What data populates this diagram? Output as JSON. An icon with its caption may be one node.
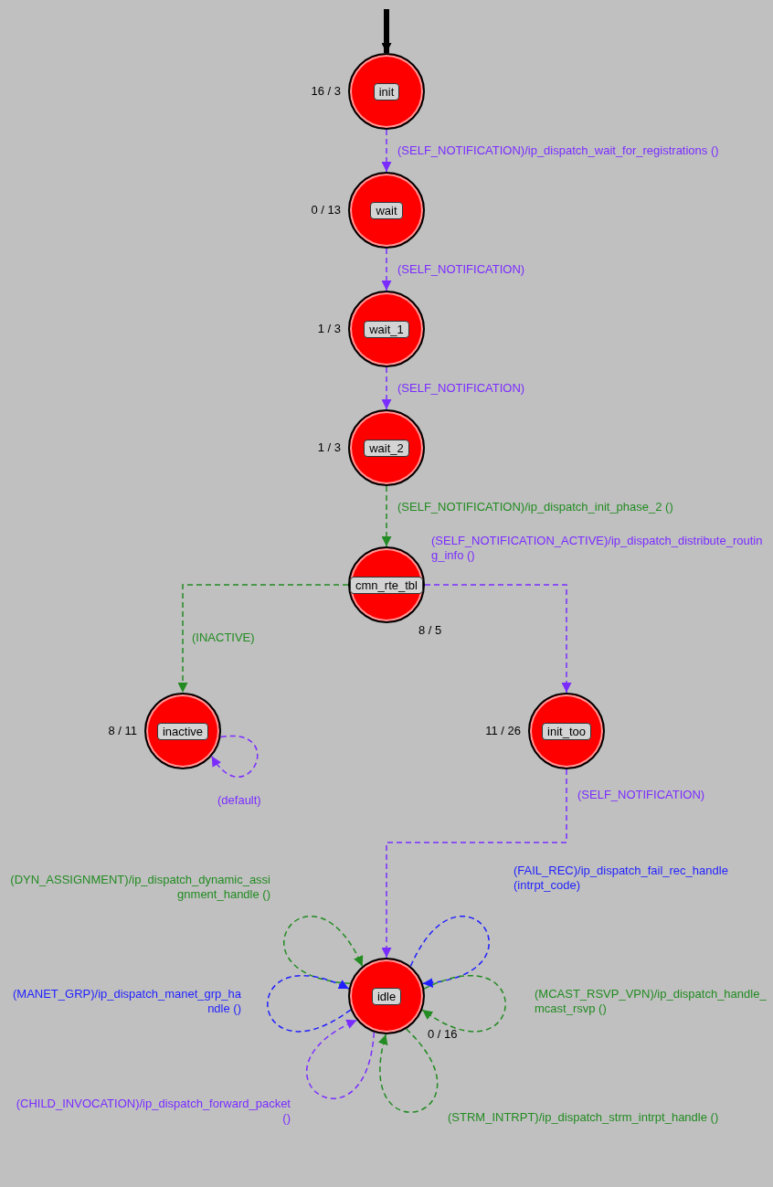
{
  "diagram": {
    "nodes": [
      {
        "text": [
          "init"
        ],
        "beside": [
          "16 / 3"
        ]
      },
      {
        "text": [
          "wait"
        ],
        "beside": [
          "0 / 13"
        ]
      },
      {
        "text": [
          "wait_1"
        ],
        "beside": [
          "1 / 3"
        ]
      },
      {
        "text": [
          "wait_2"
        ],
        "beside": [
          "1 / 3"
        ]
      },
      {
        "text": [
          "cmn_rte_tbl"
        ],
        "beside": [
          "8 / 5"
        ]
      },
      {
        "text": [
          "init_too"
        ],
        "beside": [
          "11 / 26"
        ]
      },
      {
        "text": [
          "idle"
        ],
        "beside": [
          "0 / 16"
        ]
      },
      {
        "text": [
          "inactive"
        ],
        "beside": [
          "8 / 11"
        ]
      }
    ],
    "edges": [
      {
        "from": null,
        "to": 0,
        "arrow": "to",
        "style": "thick",
        "color": "#000000"
      },
      {
        "from": 0,
        "to": 1,
        "arrow": "to",
        "style": "dashed",
        "label": "(SELF_NOTIFICATION)/ip_dispatch_wait_for_registrations ()"
      },
      {
        "from": 1,
        "to": 2,
        "arrow": "to",
        "style": "dashed",
        "label": "(SELF_NOTIFICATION)"
      },
      {
        "from": 2,
        "to": 3,
        "arrow": "to",
        "style": "dashed",
        "label": "(SELF_NOTIFICATION)"
      },
      {
        "from": 3,
        "to": 4,
        "arrow": "to",
        "style": "dashed",
        "color": "#228b22",
        "label": "(SELF_NOTIFICATION)/ip_dispatch_init_phase_2 ()"
      },
      {
        "from": 4,
        "to": 5,
        "arrow": "to",
        "style": "dashed",
        "label": "(SELF_NOTIFICATION_ACTIVE)/ip_dispatch_distribute_routing_info ()"
      },
      {
        "from": 4,
        "to": 7,
        "arrow": "to",
        "style": "dashed",
        "color": "#228b22",
        "label": "(INACTIVE)"
      },
      {
        "from": 5,
        "to": 6,
        "arrow": "to",
        "style": "dashed",
        "label": "(SELF_NOTIFICATION)"
      },
      {
        "from": 7,
        "to": 7,
        "arrow": "to",
        "style": "dashed",
        "label": "(default)"
      },
      {
        "from": 6,
        "to": 6,
        "arrow": "to",
        "style": "dashed",
        "color": "#228b22",
        "label": "(DYN_ASSIGNMENT)/ip_dispatch_dynamic_assignment_handle ()"
      },
      {
        "from": 6,
        "to": 6,
        "arrow": "to",
        "style": "dashed",
        "color": "#1f1fff",
        "label": "(FAIL_REC)/ip_dispatch_fail_rec_handle (intrpt_code)"
      },
      {
        "from": 6,
        "to": 6,
        "arrow": "to",
        "style": "dashed",
        "color": "#228b22",
        "label": "(MCAST_RSVP_VPN)/ip_dispatch_handle_mcast_rsvp ()"
      },
      {
        "from": 6,
        "to": 6,
        "arrow": "to",
        "style": "dashed",
        "color": "#228b22",
        "label": "(STRM_INTRPT)/ip_dispatch_strm_intrpt_handle ()"
      },
      {
        "from": 6,
        "to": 6,
        "arrow": "to",
        "style": "dashed",
        "label": "(CHILD_INVOCATION)/ip_dispatch_forward_packet ()"
      },
      {
        "from": 6,
        "to": 6,
        "arrow": "to",
        "style": "dashed",
        "color": "#1f1fff",
        "label": "(MANET_GRP)/ip_dispatch_manet_grp_handle ()"
      }
    ]
  }
}
